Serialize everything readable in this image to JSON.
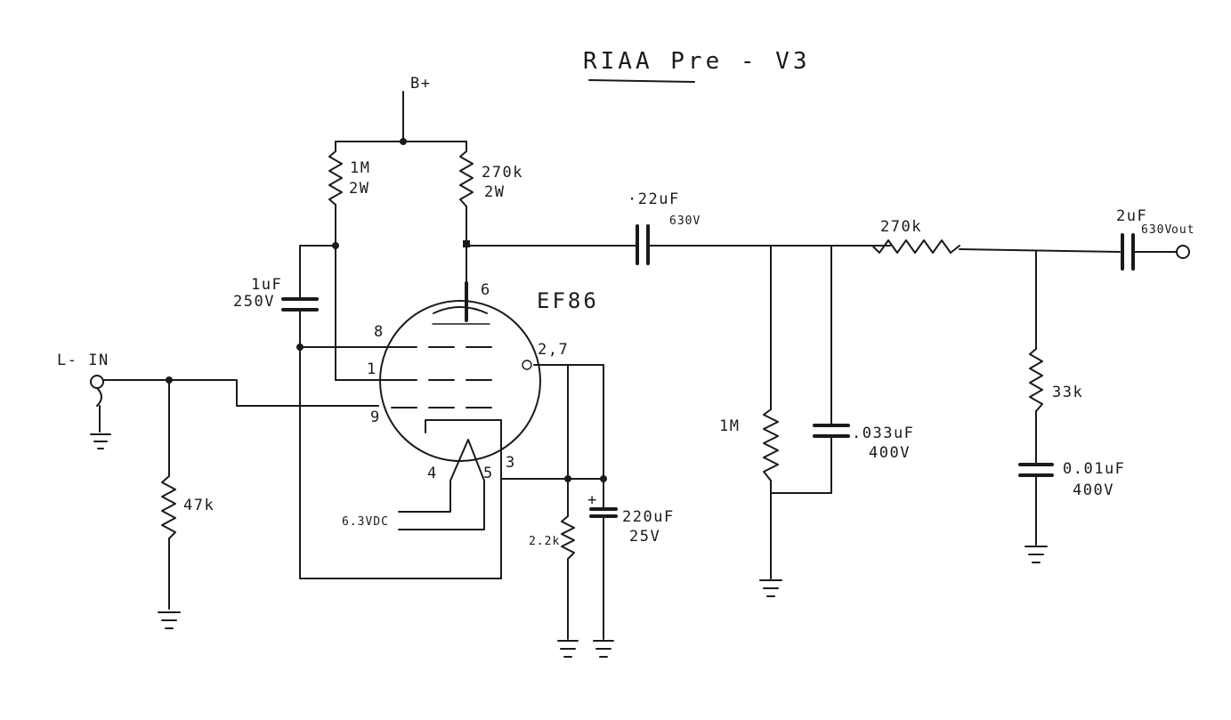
{
  "title": "RIAA Pre - V3",
  "supply": "B+",
  "tube": "EF86",
  "input": "L- IN",
  "output": "out",
  "components": {
    "r_screen": {
      "value": "1M",
      "rating": "2W"
    },
    "r_plate": {
      "value": "270k",
      "rating": "2W"
    },
    "c_coupling": {
      "value": "·22uF",
      "rating": "630V"
    },
    "r_series": {
      "value": "270k"
    },
    "c_out": {
      "value": "2uF",
      "rating": "630V"
    },
    "c_screen": {
      "value": "1uF",
      "rating": "250V"
    },
    "r_grid": {
      "value": "47k"
    },
    "r_cathode": {
      "value": "2.2k"
    },
    "c_cathode": {
      "value": "220uF",
      "rating": "25V",
      "polarity": "+"
    },
    "r_shunt": {
      "value": "1M"
    },
    "c_riaa1": {
      "value": ".033uF",
      "rating": "400V"
    },
    "r_riaa": {
      "value": "33k"
    },
    "c_riaa2": {
      "value": "0.01uF",
      "rating": "400V"
    },
    "heater": {
      "value": "6.3VDC"
    }
  },
  "pins": [
    "6",
    "8",
    "1",
    "9",
    "2,7",
    "4",
    "5",
    "3"
  ]
}
